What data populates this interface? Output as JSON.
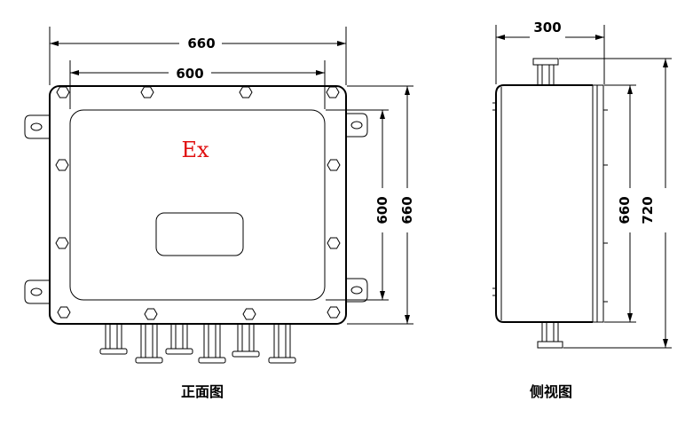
{
  "front_view": {
    "caption": "正面图",
    "marking": "Ex",
    "dim_overall_width": "660",
    "dim_inner_width": "600",
    "dim_inner_height": "600",
    "dim_overall_height": "660"
  },
  "side_view": {
    "caption": "侧视图",
    "dim_depth": "300",
    "dim_body_height": "660",
    "dim_total_height": "720"
  }
}
